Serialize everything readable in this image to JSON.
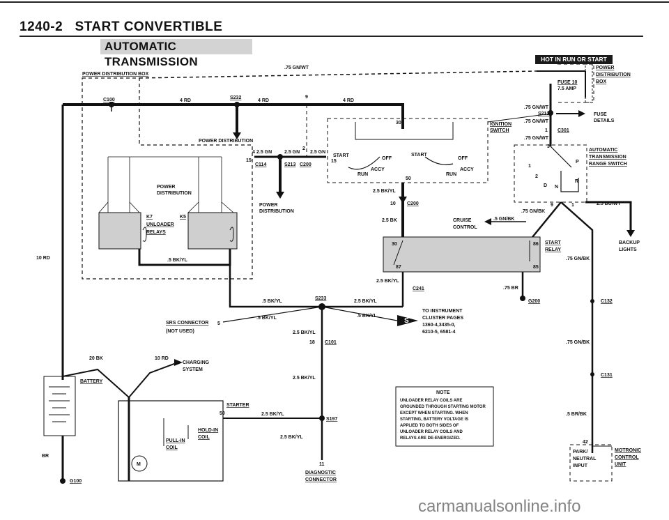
{
  "header": {
    "page_number": "1240-2",
    "title": "START CONVERTIBLE"
  },
  "section_banner": "AUTOMATIC TRANSMISSION",
  "hot_badge": "HOT IN RUN OR START",
  "labels": {
    "power_dist_box": "POWER DISTRIBUTION BOX",
    "wire_75_gnwt_top": ".75 GN/WT",
    "power_distribution_right": "POWER",
    "power_distribution_right2": "DISTRIBUTION",
    "power_distribution_right3": "BOX",
    "fuse10": "FUSE 10",
    "fuse_amp": "7.5 AMP",
    "c100": "C100",
    "wire_4rd_1": "4 RD",
    "s232": "S232",
    "wire_4rd_2": "4 RD",
    "num9": "9",
    "wire_4rd_3": "4 RD",
    "pd_center": "POWER DISTRIBUTION",
    "wire_25gn_1": "2.5 GN",
    "wire_25gn_2": "2.5 GN",
    "wire_25gn_3": "2.5 GN",
    "num4": "4",
    "num2": "2",
    "num15a": "15",
    "c114": "C114",
    "s213": "S213",
    "c200": "C200",
    "power_dist_mid1": "POWER",
    "power_dist_mid2": "DISTRIBUTION",
    "power_dist_left1": "POWER",
    "power_dist_left2": "DISTRIBUTION",
    "k7": "K7",
    "k5": "K5",
    "unloader": "UNLOADER",
    "relays": "RELAYS",
    "wire_5bkyl_1": ".5 BK/YL",
    "ign_start": "START",
    "ign_off1": "OFF",
    "ign_start2": "START",
    "ign_off2": "OFF",
    "ign_accy1": "ACCY",
    "ign_run1": "RUN",
    "ign_accy2": "ACCY",
    "ign_run2": "RUN",
    "num30a": "30",
    "num15b": "15",
    "num50a": "50",
    "ignition1": "IGNITION",
    "ignition2": "SWITCH",
    "wire_75gnwt_2": ".75 GN/WT",
    "s212": "S212",
    "wire_75gnwt_3": ".75 GN/WT",
    "num1a": "1",
    "c301": "C301",
    "wire_75gnwt_4": ".75 GN/WT",
    "num3": "3",
    "fuse_details1": "FUSE",
    "fuse_details2": "DETAILS",
    "auto_trans1": "AUTOMATIC",
    "auto_trans2": "TRANSMISSION",
    "auto_trans3": "RANGE SWITCH",
    "sw_p": "P",
    "sw_r": "R",
    "sw_n": "N",
    "sw_d": "D",
    "sw_1": "1",
    "sw_2": "2",
    "num9b": "9",
    "num1b": "1",
    "wire_25buwt": "2.5 BU/WT",
    "wire_75gnbk_1": ".75 GN/BK",
    "wire_25bkyl_1": "2.5 BK/YL",
    "num10": "10",
    "c200b": "C200",
    "wire_25bk": "2.5 BK",
    "cruise1": "CRUISE",
    "cruise2": "CONTROL",
    "wire_5gnbk": ".5 GN/BK",
    "num30b": "30",
    "num86": "86",
    "num87": "87",
    "num85": "85",
    "start_relay1": "START",
    "start_relay2": "RELAY",
    "backup1": "BACKUP",
    "backup2": "LIGHTS",
    "wire_75gnbk_2": ".75 GN/BK",
    "wire_25bkyl_2": "2.5 BK/YL",
    "c241": "C241",
    "wire_75br": ".75 BR",
    "g200": "G200",
    "c132": "C132",
    "wire_10rd_left": "10 RD",
    "wire_5bkyl_2": ".5 BK/YL",
    "s233": "S233",
    "wire_25bkyl_3": "2.5 BK/YL",
    "wire_5bkyl_3": ".5 BK/YL",
    "wire_5bkyl_4": ".5 BK/YL",
    "srs1": "SRS CONNECTOR",
    "srs2": "(NOT USED)",
    "num5": "5",
    "wire_25bkyl_4": "2.5 BK/YL",
    "num18": "18",
    "c101": "C101",
    "instr1": "TO INSTRUMENT",
    "instr2": "CLUSTER PAGES",
    "instr3": "1360-4,3435-0,",
    "instr4": "6210-5, 6581-4",
    "s_badge": "S",
    "wire_75gnbk_3": ".75 GN/BK",
    "wire_20bk": "20 BK",
    "wire_10rd_2": "10 RD",
    "charging1": "CHARGING",
    "charging2": "SYSTEM",
    "battery": "BATTERY",
    "wire_25bkyl_5": "2.5 BK/YL",
    "c131": "C131",
    "starter": "STARTER",
    "num50b": "50",
    "wire_25bkyl_6": "2.5 BK/YL",
    "s197": "S197",
    "wire_5brbk": ".5 BR/BK",
    "holdin1": "HOLD-IN",
    "holdin2": "COIL",
    "pullin1": "PULL-IN",
    "pullin2": "COIL",
    "wire_25bkyl_7": "2.5 BK/YL",
    "motor_m": "M",
    "wire_br": "BR",
    "g100": "G100",
    "num11": "11",
    "diag1": "DIAGNOSTIC",
    "diag2": "CONNECTOR",
    "num42": "42",
    "park1": "PARK/",
    "park2": "NEUTRAL",
    "park3": "INPUT",
    "motronic1": "MOTRONIC",
    "motronic2": "CONTROL",
    "motronic3": "UNIT"
  },
  "note": {
    "title": "NOTE",
    "lines": [
      "UNLOADER RELAY COILS ARE",
      "GROUNDED THROUGH STARTING MOTOR",
      "EXCEPT WHEN STARTING. WHEN",
      "STARTING, BATTERY VOLTAGE IS",
      "APPLIED TO BOTH SIDES OF",
      "UNLOADER RELAY COILS AND",
      "RELAYS ARE DE-ENERGIZED."
    ]
  },
  "watermark": "carmanualsonline.info"
}
